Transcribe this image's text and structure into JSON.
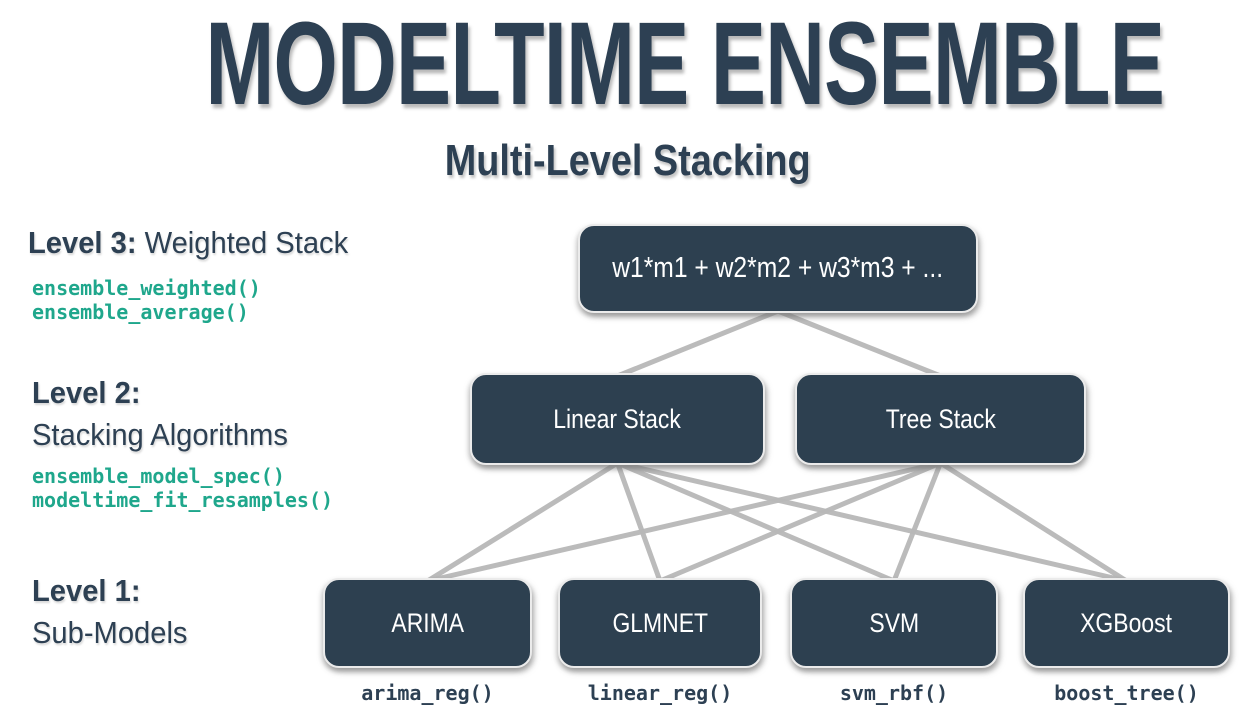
{
  "header": {
    "title": "MODELTIME ENSEMBLE",
    "subtitle": "Multi-Level Stacking"
  },
  "levels": [
    {
      "label_bold": "Level 3:",
      "label_rest": " Weighted Stack",
      "functions": [
        "ensemble_weighted()",
        "ensemble_average()"
      ]
    },
    {
      "label_bold": "Level 2:",
      "label_rest": "Stacking Algorithms",
      "functions": [
        "ensemble_model_spec()",
        "modeltime_fit_resamples()"
      ]
    },
    {
      "label_bold": "Level 1:",
      "label_rest": "Sub-Models",
      "functions": []
    }
  ],
  "nodes": {
    "formula": {
      "label": "w1*m1 + w2*m2 + w3*m3 + ..."
    },
    "linear_stack": {
      "label": "Linear Stack"
    },
    "tree_stack": {
      "label": "Tree Stack"
    },
    "arima": {
      "label": "ARIMA",
      "code": "arima_reg()"
    },
    "glmnet": {
      "label": "GLMNET",
      "code": "linear_reg()"
    },
    "svm": {
      "label": "SVM",
      "code": "svm_rbf()"
    },
    "xgboost": {
      "label": "XGBoost",
      "code": "boost_tree()"
    }
  },
  "edges": [
    {
      "from": "formula",
      "to": "linear_stack"
    },
    {
      "from": "formula",
      "to": "tree_stack"
    },
    {
      "from": "linear_stack",
      "to": "arima"
    },
    {
      "from": "linear_stack",
      "to": "glmnet"
    },
    {
      "from": "linear_stack",
      "to": "svm"
    },
    {
      "from": "linear_stack",
      "to": "xgboost"
    },
    {
      "from": "tree_stack",
      "to": "arima"
    },
    {
      "from": "tree_stack",
      "to": "glmnet"
    },
    {
      "from": "tree_stack",
      "to": "svm"
    },
    {
      "from": "tree_stack",
      "to": "xgboost"
    }
  ],
  "colors": {
    "navy": "#2d4053",
    "box_fill": "#2d4050",
    "teal": "#1fa78c",
    "line": "#b8b8b8"
  }
}
